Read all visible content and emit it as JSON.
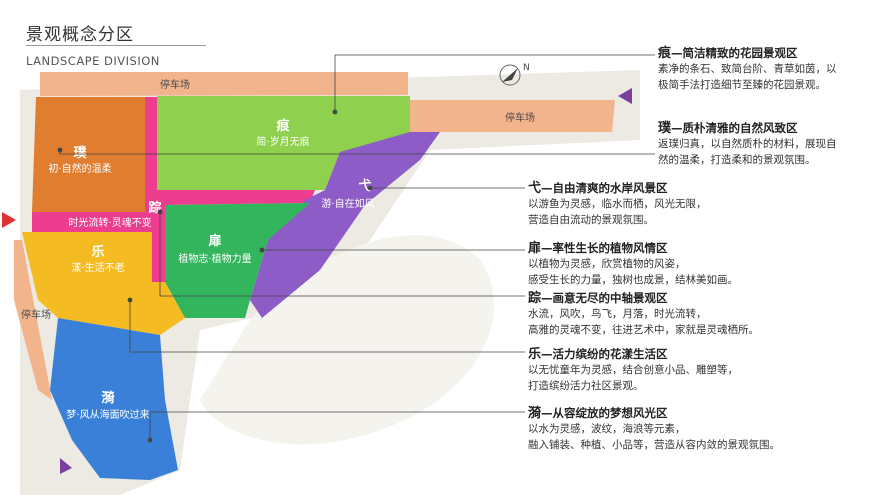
{
  "header": {
    "title_cn": "景观概念分区",
    "title_en": "LANDSCAPE DIVISION"
  },
  "zones": [
    {
      "key": "pu",
      "char": "璞",
      "sub": "初·自然的温柔",
      "color": "#e07d2e"
    },
    {
      "key": "hen",
      "char": "痕",
      "sub": "简·岁月无痕",
      "color": "#8fd14f"
    },
    {
      "key": "zong",
      "char": "踪",
      "sub": "时光流转·灵魂不变",
      "color": "#ec3d8f"
    },
    {
      "key": "yi",
      "char": "弋",
      "sub": "游·自在如风",
      "color": "#8e5cc6"
    },
    {
      "key": "fei",
      "char": "扉",
      "sub": "植物志·植物力量",
      "color": "#33b55e"
    },
    {
      "key": "le",
      "char": "乐",
      "sub": "漾·生活不老",
      "color": "#f4bb22"
    },
    {
      "key": "yi2",
      "char": "漪",
      "sub": "梦·风从海面吹过来",
      "color": "#3a80d8"
    }
  ],
  "parking": {
    "label": "停车场",
    "color": "#f2b48c"
  },
  "descriptions": [
    {
      "head": "痕",
      "rest": "—简洁精致的花园景观区",
      "lines": [
        "素净的条石、致简台阶、青草如茵，以",
        "极简手法打造细节至臻的花园景观。"
      ]
    },
    {
      "head": "璞",
      "rest": "—质朴清雅的自然风致区",
      "lines": [
        "返璞归真，以自然质朴的材料，展现自",
        "然的温柔，打造柔和的景观氛围。"
      ]
    },
    {
      "head": "弋",
      "rest": "—自由清爽的水岸风景区",
      "lines": [
        "以游鱼为灵感，临水而栖，风光无限，",
        "营造自由流动的景观氛围。"
      ]
    },
    {
      "head": "扉",
      "rest": "—率性生长的植物风情区",
      "lines": [
        "以植物为灵感，欣赏植物的风姿，",
        "感受生长的力量，独树也成景，结林美如画。"
      ]
    },
    {
      "head": "踪",
      "rest": "—画意无尽的中轴景观区",
      "lines": [
        "水流，风吹，鸟飞，月落，时光流转，",
        "高雅的灵魂不变，往进艺术中，家就是灵魂栖所。"
      ]
    },
    {
      "head": "乐",
      "rest": "—活力缤纷的花漾生活区",
      "lines": [
        "以无忧童年为灵感，结合创意小品、雕塑等，",
        "打造缤纷活力社区景观。"
      ]
    },
    {
      "head": "漪",
      "rest": "—从容绽放的梦想风光区",
      "lines": [
        "以水为灵感，波纹，海浪等元素，",
        "融入铺装、种植、小品等，营造从容内敛的景观氛围。"
      ]
    }
  ],
  "compass": {
    "letter": "N"
  }
}
